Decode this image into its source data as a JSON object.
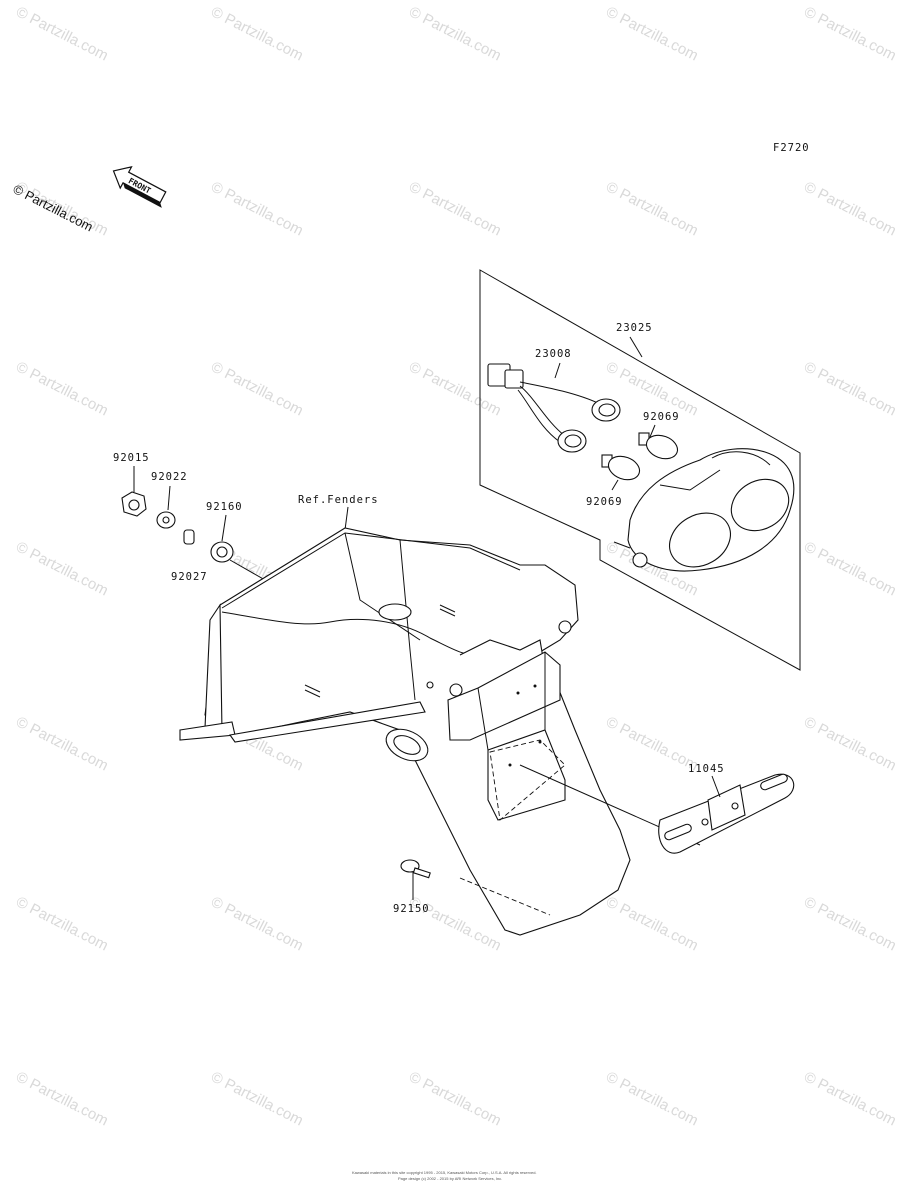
{
  "diagram": {
    "figure_code": "F2720",
    "front_arrow_text": "FRONT",
    "watermark_text": "© Partzilla.com",
    "part_labels": {
      "tail_light_assy": "23025",
      "socket_assy": "23008",
      "bulb_upper": "92069",
      "bulb_lower": "92069",
      "nut": "92015",
      "washer": "92022",
      "grommet": "92160",
      "collar": "92027",
      "ref_fenders": "Ref.Fenders",
      "license_bracket": "11045",
      "screw": "92150"
    },
    "footer": {
      "line1": "Kawasaki materials in this site copyright 1995 - 2015, Kawasaki Motors Corp., U.S.A. All rights reserved.",
      "line2": "Page design (c) 2002 - 2015 by ARI Network Services, Inc."
    }
  }
}
